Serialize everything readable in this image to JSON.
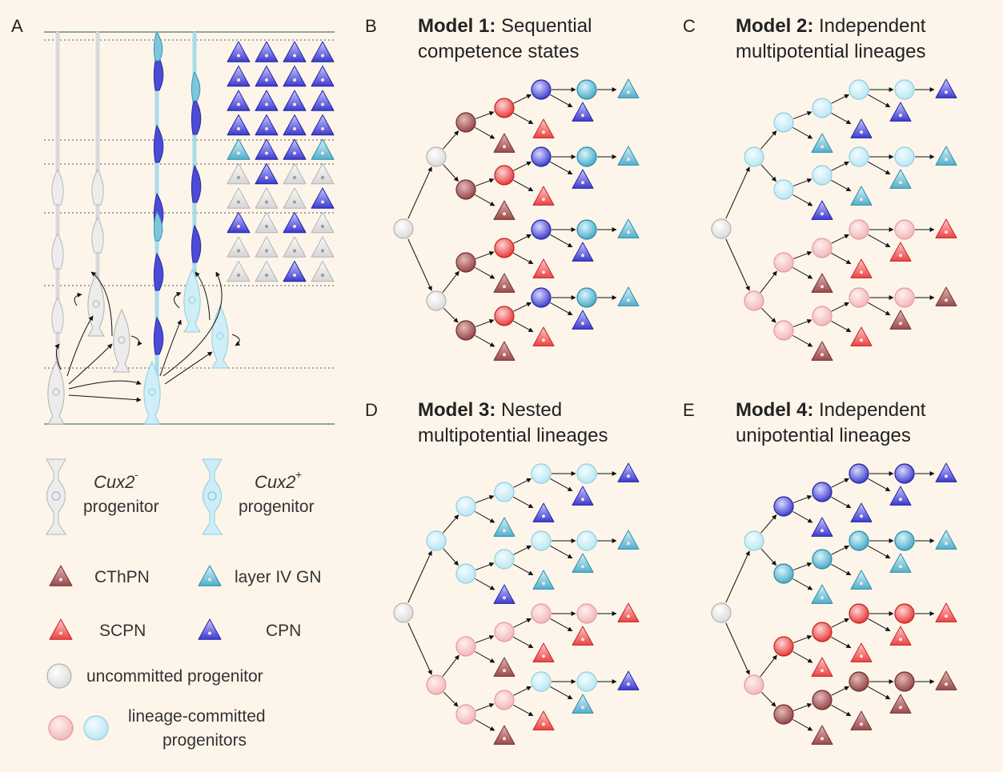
{
  "colors": {
    "background": "#fdf5ea",
    "uncommitted": "#e6e6e6",
    "light_blue": "#c6ecf7",
    "pink": "#f7c4c4",
    "cthpn": "#a95c5c",
    "scpn": "#ef4d4d",
    "layer_iv": "#6fc1d8",
    "cpn": "#4f4fd9"
  },
  "panel_a": {
    "letter": "A",
    "right_triangle_grid": [
      [
        "cpn",
        "cpn",
        "cpn",
        "cpn"
      ],
      [
        "cpn",
        "cpn",
        "cpn",
        "cpn"
      ],
      [
        "cpn",
        "cpn",
        "cpn",
        "cpn"
      ],
      [
        "cpn",
        "cpn",
        "cpn",
        "cpn"
      ],
      [
        "layer_iv",
        "cpn",
        "cpn",
        "layer_iv"
      ],
      [
        "grey",
        "cpn",
        "grey",
        "grey"
      ],
      [
        "grey",
        "grey",
        "grey",
        "cpn"
      ],
      [
        "cpn",
        "grey",
        "cpn",
        "grey"
      ],
      [
        "grey",
        "grey",
        "grey",
        "grey"
      ],
      [
        "grey",
        "grey",
        "cpn",
        "grey"
      ]
    ]
  },
  "legend": {
    "cux2_neg_gene": "Cux2",
    "cux2_neg_sup": "-",
    "cux2_neg_label": "progenitor",
    "cux2_pos_gene": "Cux2",
    "cux2_pos_sup": "+",
    "cux2_pos_label": "progenitor",
    "cthpn": "CThPN",
    "layer_iv": "layer IV GN",
    "scpn": "SCPN",
    "cpn": "CPN",
    "uncommitted": "uncommitted progenitor",
    "committed_line1": "lineage-committed",
    "committed_line2": "progenitors"
  },
  "models": [
    {
      "letter": "B",
      "bold": "Model 1:",
      "title_rest": "Sequential",
      "line2": "competence states",
      "root": "grey",
      "level1": [
        "grey",
        "grey"
      ],
      "level2": [
        "cthpn",
        "cthpn",
        "cthpn",
        "cthpn"
      ],
      "level3": [
        "scpn",
        "scpn",
        "scpn",
        "scpn"
      ],
      "level4": [
        "cpn",
        "cpn",
        "cpn",
        "cpn"
      ],
      "level5": [
        "layer_iv",
        "layer_iv",
        "layer_iv",
        "layer_iv"
      ],
      "tri_l2": [
        "cthpn",
        "cthpn",
        "cthpn",
        "cthpn"
      ],
      "tri_l3": [
        "scpn",
        "scpn",
        "scpn",
        "scpn"
      ],
      "tri_l4": [
        "cpn",
        "cpn",
        "cpn",
        "cpn"
      ],
      "tri_end": [
        "layer_iv",
        "layer_iv",
        "layer_iv",
        "layer_iv"
      ]
    },
    {
      "letter": "C",
      "bold": "Model 2:",
      "title_rest": "Independent",
      "line2": "multipotential lineages",
      "root": "grey",
      "level1": [
        "lightblue",
        "pink"
      ],
      "level2": [
        "lightblue",
        "lightblue",
        "pink",
        "pink"
      ],
      "level3": [
        "lightblue",
        "lightblue",
        "pink",
        "pink"
      ],
      "level4": [
        "lightblue",
        "lightblue",
        "pink",
        "pink"
      ],
      "level5": [
        "lightblue",
        "lightblue",
        "pink",
        "pink"
      ],
      "tri_l2": [
        "layer_iv",
        "cpn",
        "cthpn",
        "cthpn"
      ],
      "tri_l3": [
        "cpn",
        "layer_iv",
        "scpn",
        "scpn"
      ],
      "tri_l4": [
        "cpn",
        "layer_iv",
        "scpn",
        "cthpn"
      ],
      "tri_end": [
        "cpn",
        "layer_iv",
        "scpn",
        "cthpn"
      ]
    },
    {
      "letter": "D",
      "bold": "Model 3:",
      "title_rest": "Nested",
      "line2": "multipotential lineages",
      "root": "grey",
      "level1": [
        "lightblue",
        "pink"
      ],
      "level2": [
        "lightblue",
        "lightblue",
        "pink",
        "pink"
      ],
      "level3": [
        "lightblue",
        "lightblue",
        "pink",
        "pink"
      ],
      "level4": [
        "lightblue",
        "lightblue",
        "pink",
        "lightblue"
      ],
      "level5": [
        "lightblue",
        "lightblue",
        "pink",
        "lightblue"
      ],
      "tri_l2": [
        "layer_iv",
        "cpn",
        "cthpn",
        "cthpn"
      ],
      "tri_l3": [
        "cpn",
        "layer_iv",
        "scpn",
        "scpn"
      ],
      "tri_l4": [
        "cpn",
        "layer_iv",
        "scpn",
        "layer_iv"
      ],
      "tri_end": [
        "cpn",
        "layer_iv",
        "scpn",
        "cpn"
      ]
    },
    {
      "letter": "E",
      "bold": "Model 4:",
      "title_rest": "Independent",
      "line2": "unipotential lineages",
      "root": "grey",
      "level1": [
        "lightblue",
        "pink"
      ],
      "level2": [
        "cpn",
        "layer_iv",
        "scpn",
        "cthpn"
      ],
      "level3": [
        "cpn",
        "layer_iv",
        "scpn",
        "cthpn"
      ],
      "level4": [
        "cpn",
        "layer_iv",
        "scpn",
        "cthpn"
      ],
      "level5": [
        "cpn",
        "layer_iv",
        "scpn",
        "cthpn"
      ],
      "tri_l2": [
        "cpn",
        "layer_iv",
        "scpn",
        "cthpn"
      ],
      "tri_l3": [
        "cpn",
        "layer_iv",
        "scpn",
        "cthpn"
      ],
      "tri_l4": [
        "cpn",
        "layer_iv",
        "scpn",
        "cthpn"
      ],
      "tri_end": [
        "cpn",
        "layer_iv",
        "scpn",
        "cthpn"
      ]
    }
  ]
}
